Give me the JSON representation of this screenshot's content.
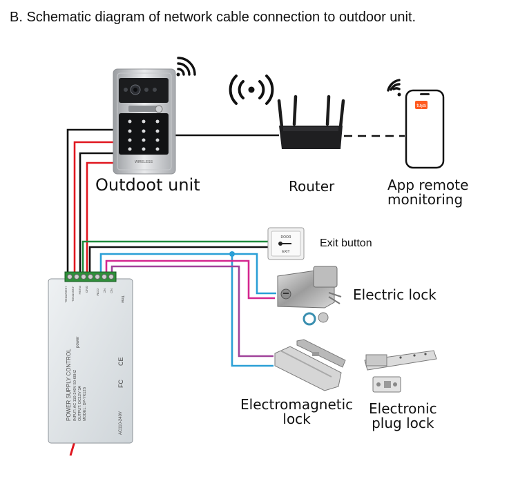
{
  "title": "B. Schematic diagram of network cable connection to outdoor unit.",
  "labels": {
    "outdoor_unit": "Outdoot unit",
    "router": "Router",
    "app_line1": "App  remote",
    "app_line2": "monitoring",
    "exit_button": "Exit button",
    "electric_lock": "Electric lock",
    "emag_line1": "Electromagnetic",
    "emag_line2": "lock",
    "eplug_line1": "Electronic",
    "eplug_line2": "plug lock"
  },
  "devices": {
    "phone_app_badge": "tuya",
    "exit_button_text_top": "DOOR",
    "exit_button_text_bottom": "EXIT",
    "psu_title": "POWER SUPPLY CONTROL",
    "psu_specs": [
      "INPUT: AC 110-240V 50-60HZ",
      "OUTPUT: DC12V 3A",
      "MODEL: DP-YK12S"
    ],
    "psu_power": "power",
    "psu_time": "Time",
    "psu_ac": "AC110-240V",
    "psu_ce": "CE",
    "psu_fc": "FC",
    "terminal_labels": [
      "+CONTROL",
      "-CONTROL",
      "PUSH",
      "GND",
      "COM",
      "NC",
      "NO"
    ],
    "camera_brand": "WIRELESS"
  },
  "colors": {
    "wire_black": "#111111",
    "wire_red": "#e0161f",
    "wire_green": "#1f8a3c",
    "wire_blue": "#2a9fd6",
    "wire_purple": "#a0429a",
    "wire_magenta": "#d4268f",
    "dashed_link": "#111111"
  }
}
